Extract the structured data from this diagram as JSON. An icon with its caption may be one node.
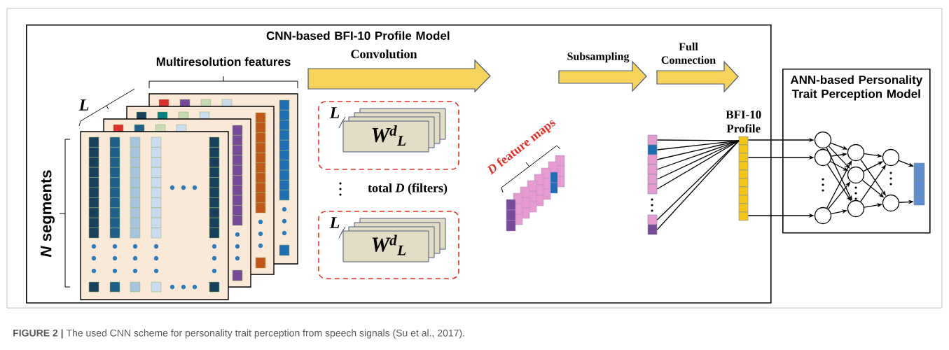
{
  "diagram": {
    "caption": "**FIGURE 2 |** The used CNN scheme for personality trait perception from speech signals (Su et al., 2017).",
    "nodes": [
      {
        "text": [
          "CNN-based BFI-10 Profile Model"
        ]
      },
      {
        "text": [
          "L",
          "W$^{d}$$_{L}$"
        ],
        "in": 0
      },
      {
        "text": [
          "L",
          "W$^{d}$$_{L}$"
        ],
        "in": 0
      },
      {
        "text": [],
        "shape": "bar",
        "in": 0
      },
      {
        "text": [
          "BFI-10 Profile"
        ],
        "in": 0
      },
      {
        "text": [
          "ANN-based Personality Trait Perception Model"
        ]
      },
      {
        "text": [],
        "shape": "circle",
        "in": 5
      },
      {
        "text": [],
        "shape": "circle",
        "in": 5
      },
      {
        "text": [],
        "shape": "circle",
        "in": 5
      },
      {
        "text": [],
        "shape": "circle",
        "in": 5
      },
      {
        "text": [],
        "shape": "circle",
        "in": 5
      },
      {
        "text": [],
        "shape": "circle",
        "in": 5
      },
      {
        "text": [],
        "shape": "circle",
        "in": 5
      },
      {
        "text": [],
        "shape": "circle",
        "in": 5
      },
      {
        "text": [],
        "shape": "bar",
        "in": 5
      }
    ],
    "edges": [
      {
        "from": 3,
        "to": 4,
        "arrow": "none"
      },
      {
        "from": 3,
        "to": 4,
        "arrow": "none"
      },
      {
        "from": 3,
        "to": 4,
        "arrow": "none"
      },
      {
        "from": 3,
        "to": 4,
        "arrow": "none"
      },
      {
        "from": 3,
        "to": 4,
        "arrow": "none"
      },
      {
        "from": 3,
        "to": 4,
        "arrow": "none"
      },
      {
        "from": 3,
        "to": 4,
        "arrow": "none"
      },
      {
        "from": 3,
        "to": 4,
        "arrow": "none"
      },
      {
        "from": 4,
        "to": 6,
        "arrow": "to"
      },
      {
        "from": 4,
        "to": 7,
        "arrow": "to"
      },
      {
        "from": 4,
        "to": 8,
        "arrow": "to"
      },
      {
        "from": 6,
        "to": 9,
        "arrow": "to"
      },
      {
        "from": 6,
        "to": 10,
        "arrow": "to"
      },
      {
        "from": 6,
        "to": 11,
        "arrow": "to"
      },
      {
        "from": 7,
        "to": 9,
        "arrow": "to"
      },
      {
        "from": 7,
        "to": 10,
        "arrow": "to"
      },
      {
        "from": 7,
        "to": 11,
        "arrow": "to"
      },
      {
        "from": 8,
        "to": 9,
        "arrow": "to"
      },
      {
        "from": 8,
        "to": 10,
        "arrow": "to"
      },
      {
        "from": 8,
        "to": 11,
        "arrow": "to"
      },
      {
        "from": 9,
        "to": 12,
        "arrow": "to"
      },
      {
        "from": 9,
        "to": 13,
        "arrow": "to"
      },
      {
        "from": 10,
        "to": 12,
        "arrow": "to"
      },
      {
        "from": 10,
        "to": 13,
        "arrow": "to"
      },
      {
        "from": 11,
        "to": 12,
        "arrow": "to"
      },
      {
        "from": 11,
        "to": 13,
        "arrow": "to"
      },
      {
        "from": 12,
        "to": 14,
        "arrow": "to"
      },
      {
        "from": 13,
        "to": 14,
        "arrow": "to"
      }
    ],
    "labels": [
      "Multiresolution features",
      "L",
      "*N* segments",
      "Convolution",
      "total *D* (filters)",
      "*D* feature maps",
      "Subsampling",
      "Full Connection"
    ]
  }
}
